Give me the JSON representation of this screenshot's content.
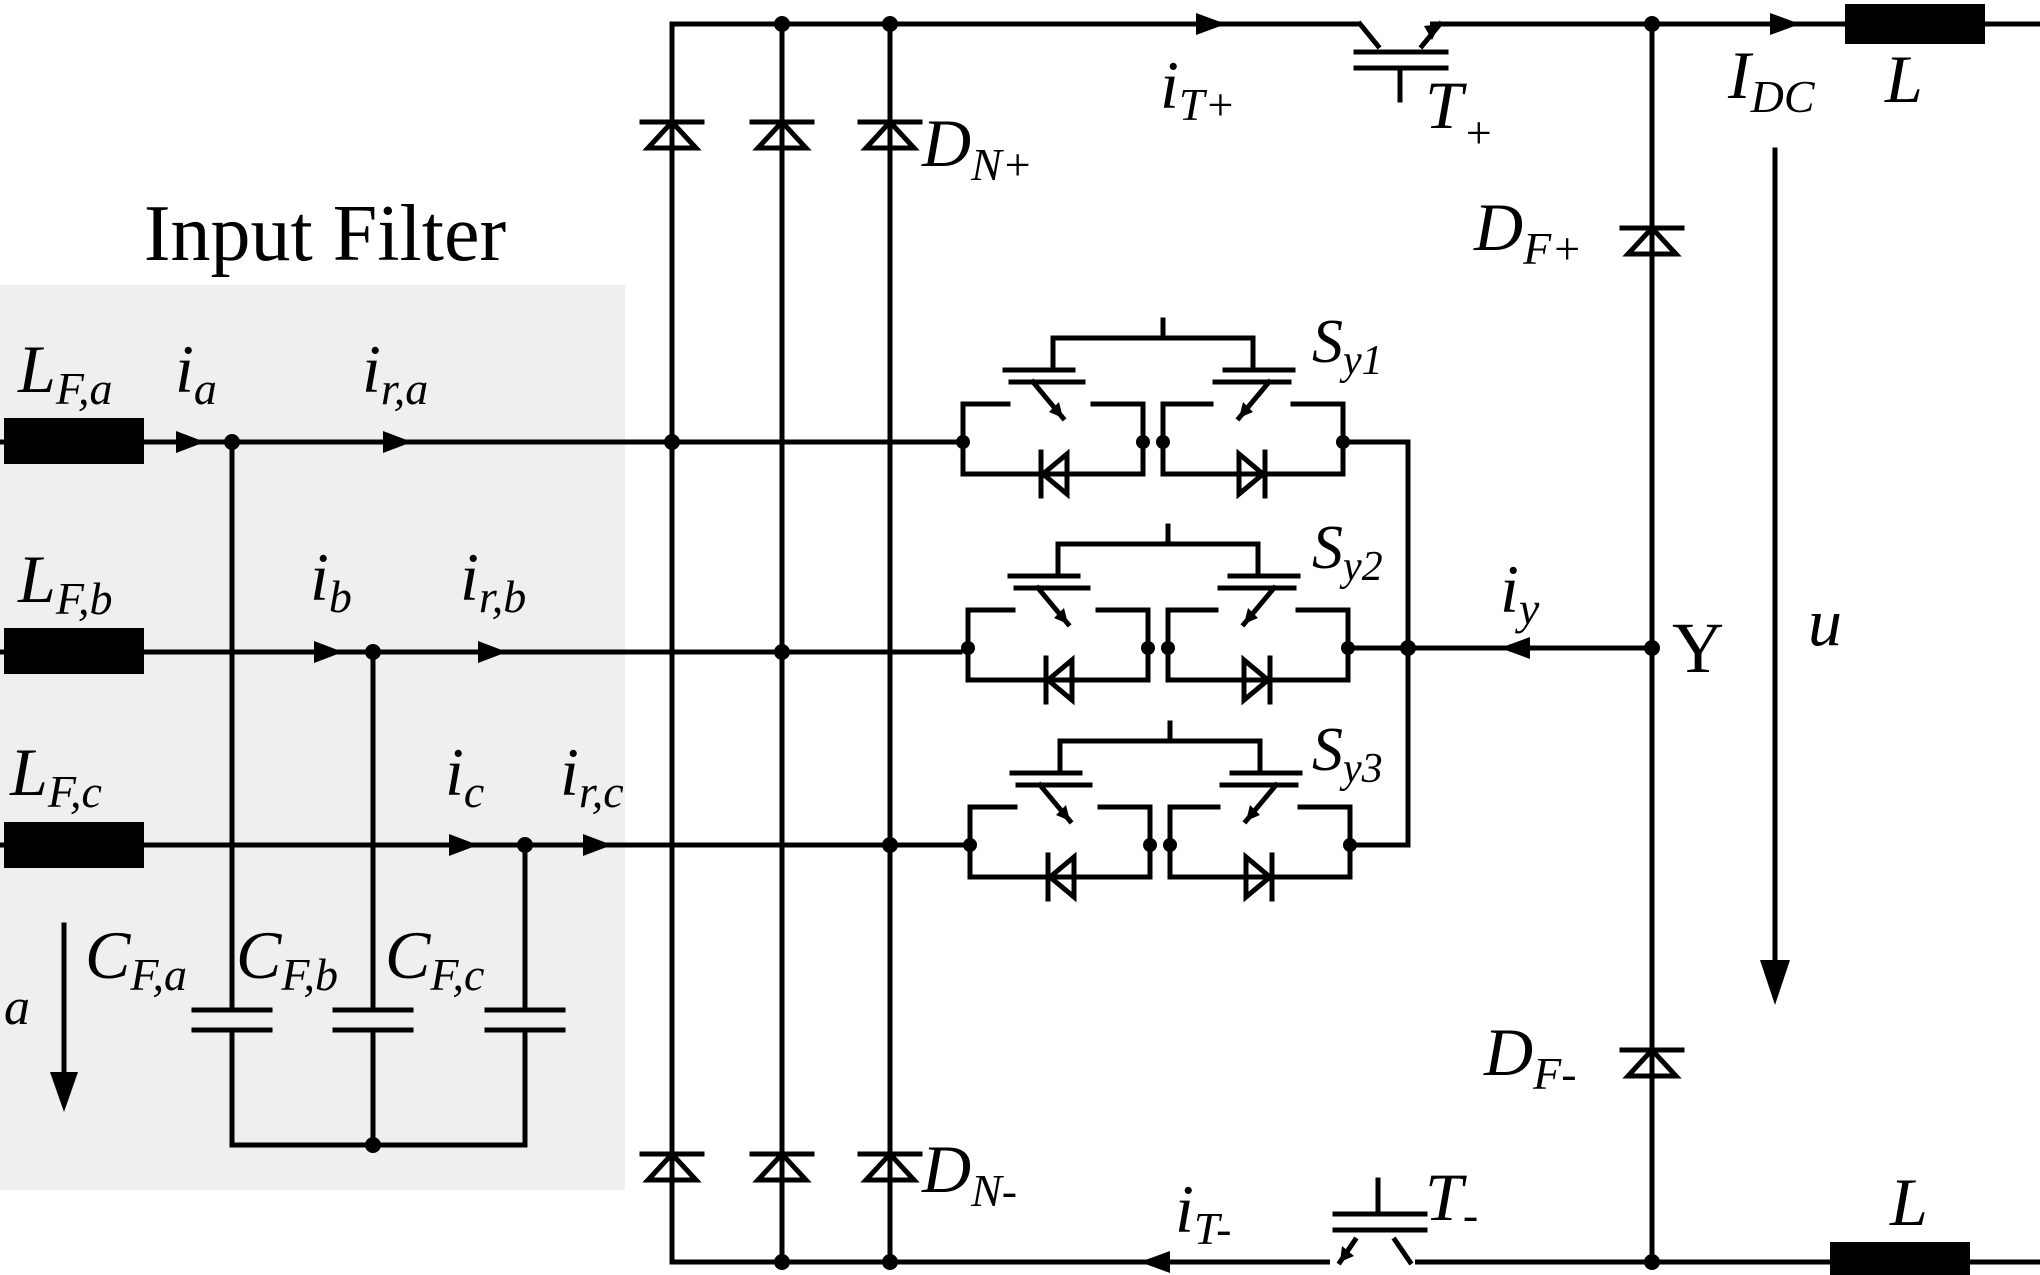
{
  "labels": {
    "input_filter": "Input Filter",
    "lfa": {
      "main": "L",
      "sub": "F,a"
    },
    "lfb": {
      "main": "L",
      "sub": "F,b"
    },
    "lfc": {
      "main": "L",
      "sub": "F,c"
    },
    "ia": {
      "main": "i",
      "sub": "a"
    },
    "ib": {
      "main": "i",
      "sub": "b"
    },
    "ic": {
      "main": "i",
      "sub": "c"
    },
    "ira": {
      "main": "i",
      "sub": "r,a"
    },
    "irb": {
      "main": "i",
      "sub": "r,b"
    },
    "irc": {
      "main": "i",
      "sub": "r,c"
    },
    "cfa": {
      "main": "C",
      "sub": "F,a"
    },
    "cfb": {
      "main": "C",
      "sub": "F,b"
    },
    "cfc": {
      "main": "C",
      "sub": "F,c"
    },
    "u_in": "a",
    "dnp": {
      "main": "D",
      "sub": "N+"
    },
    "dnm": {
      "main": "D",
      "sub": "N-"
    },
    "itp": {
      "main": "i",
      "sub": "T+"
    },
    "itm": {
      "main": "i",
      "sub": "T-"
    },
    "tp": {
      "main": "T",
      "sub": "+"
    },
    "tm": {
      "main": "T",
      "sub": "-"
    },
    "idc": {
      "main": "I",
      "sub": "DC"
    },
    "l_top": "L",
    "l_bot": "L",
    "dfp": {
      "main": "D",
      "sub": "F+"
    },
    "dfm": {
      "main": "D",
      "sub": "F-"
    },
    "sy1": {
      "main": "S",
      "sub": "y1"
    },
    "sy2": {
      "main": "S",
      "sub": "y2"
    },
    "sy3": {
      "main": "S",
      "sub": "y3"
    },
    "iy": {
      "main": "i",
      "sub": "y"
    },
    "y_node": "Y",
    "u_out": "u"
  }
}
